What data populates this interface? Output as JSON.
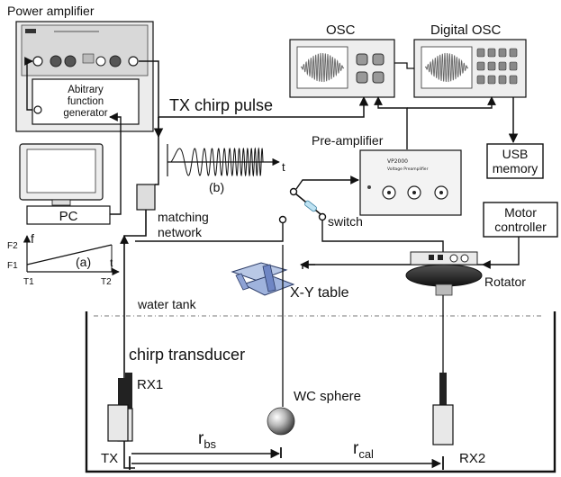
{
  "labels": {
    "power_amplifier": "Power amplifier",
    "afg_line1": "Abitrary",
    "afg_line2": "function",
    "afg_line3": "generator",
    "pc": "PC",
    "tx_chirp_pulse": "TX chirp pulse",
    "osc": "OSC",
    "digital_osc": "Digital OSC",
    "usb_line1": "USB",
    "usb_line2": "memory",
    "pre_amplifier": "Pre-amplifier",
    "vp_model": "VP2000",
    "vp_title": "Voltage Preamplifier",
    "matching_line1": "matching",
    "matching_line2": "network",
    "switch": "switch",
    "motor_line1": "Motor",
    "motor_line2": "controller",
    "rotator": "Rotator",
    "xy_table": "X-Y table",
    "water_tank": "water tank",
    "chirp_transducer": "chirp transducer",
    "rx1": "RX1",
    "wc_sphere": "WC sphere",
    "tx": "TX",
    "rx2": "RX2",
    "r_bs_main": "r",
    "r_bs_sub": "bs",
    "r_cal_main": "r",
    "r_cal_sub": "cal",
    "inset_a": "(a)",
    "inset_b": "(b)",
    "axis_f": "f",
    "axis_f2": "F2",
    "axis_f1": "F1",
    "axis_t1": "T1",
    "axis_t2": "T2",
    "axis_t": "t",
    "axis_t_b": "t"
  },
  "colors": {
    "line": "#111111",
    "panel": "#e9e9e9",
    "device": "#dcdcdc",
    "tank_line": "#666666"
  }
}
